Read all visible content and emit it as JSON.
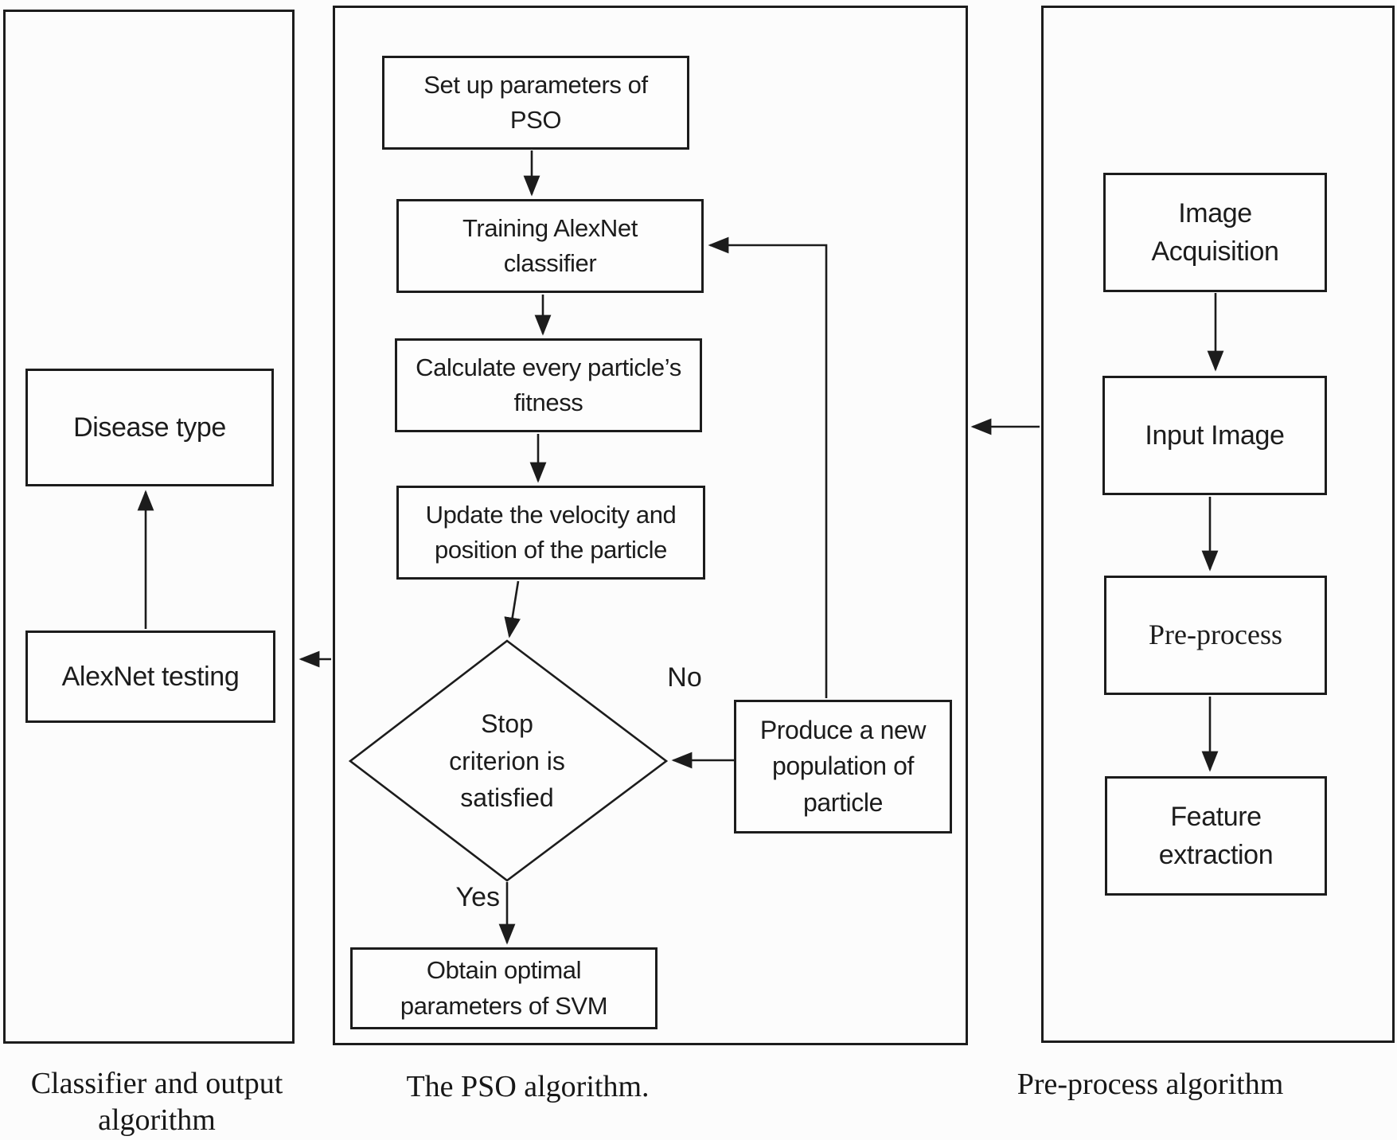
{
  "figure": {
    "colors": {
      "line": "#1c1c1c",
      "background": "#fcfcfc"
    },
    "panels": {
      "classifier": {
        "caption": "Classifier and output\nalgorithm",
        "nodes": {
          "disease_type": "Disease type",
          "alexnet_testing": "AlexNet testing"
        }
      },
      "pso": {
        "caption": "The PSO algorithm.",
        "nodes": {
          "setup": "Set up parameters of\nPSO",
          "training": "Training AlexNet\nclassifier",
          "calculate": "Calculate every particle’s\nfitness",
          "update": "Update the velocity and\nposition of the particle",
          "decision": "Stop\ncriterion is\nsatisfied",
          "produce": "Produce a new\npopulation of\nparticle",
          "obtain": "Obtain optimal\nparameters of SVM"
        },
        "labels": {
          "no": "No",
          "yes": "Yes"
        }
      },
      "preprocess": {
        "caption": "Pre-process algorithm",
        "nodes": {
          "image_acquisition": "Image\nAcquisition",
          "input_image": "Input Image",
          "pre_process": "Pre-process",
          "feature_extraction": "Feature\nextraction"
        }
      }
    }
  }
}
